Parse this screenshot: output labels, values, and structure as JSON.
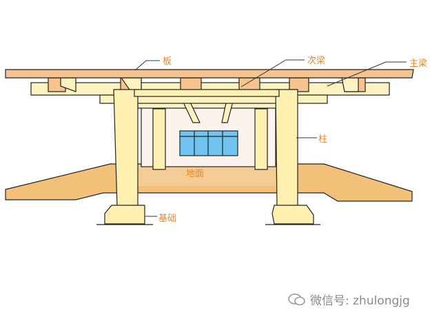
{
  "labels": {
    "slab": "板",
    "secondary_beam": "次梁",
    "main_beam": "主梁",
    "column": "柱",
    "ground": "地面",
    "foundation": "基础"
  },
  "watermark": "微信号: zhulongjg",
  "colors": {
    "label": "#e8872a",
    "slab": "#f6c48f",
    "beam": "#fdf3c0",
    "ground": "#f4c27a",
    "window": "#6ec3ef"
  }
}
